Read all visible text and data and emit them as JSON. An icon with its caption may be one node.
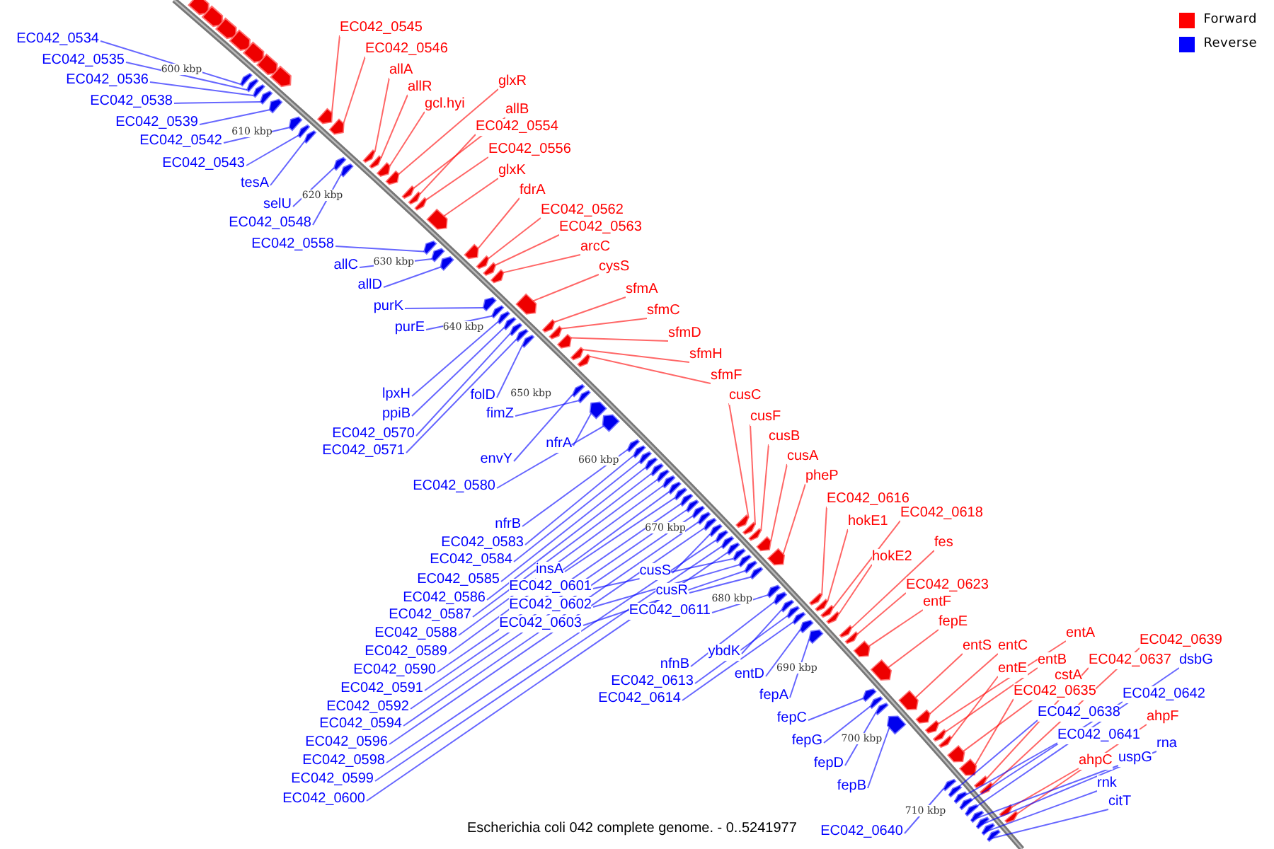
{
  "diagram": {
    "caption": "Escherichia coli 042 complete genome. - 0..5241977",
    "nodes": [
      {
        "text": [
          "EC042_0534"
        ]
      },
      {
        "text": [
          "EC042_0535"
        ]
      },
      {
        "text": [
          "EC042_0536"
        ]
      },
      {
        "text": [
          "EC042_0538"
        ]
      },
      {
        "text": [
          "EC042_0539"
        ]
      },
      {
        "text": [
          "EC042_0542"
        ]
      },
      {
        "text": [
          "EC042_0543"
        ]
      },
      {
        "text": [
          "tesA"
        ]
      },
      {
        "text": [
          "selU"
        ]
      },
      {
        "text": [
          "EC042_0548"
        ]
      },
      {
        "text": [
          "EC042_0558"
        ]
      },
      {
        "text": [
          "allC"
        ]
      },
      {
        "text": [
          "allD"
        ]
      },
      {
        "text": [
          "purK"
        ]
      },
      {
        "text": [
          "purE"
        ]
      },
      {
        "text": [
          "lpxH"
        ]
      },
      {
        "text": [
          "ppiB"
        ]
      },
      {
        "text": [
          "EC042_0570"
        ]
      },
      {
        "text": [
          "EC042_0571"
        ]
      },
      {
        "text": [
          "folD"
        ]
      },
      {
        "text": [
          "fimZ"
        ]
      },
      {
        "text": [
          "envY"
        ]
      },
      {
        "text": [
          "nfrA"
        ]
      },
      {
        "text": [
          "EC042_0580"
        ]
      },
      {
        "text": [
          "nfrB"
        ]
      },
      {
        "text": [
          "EC042_0583"
        ]
      },
      {
        "text": [
          "EC042_0584"
        ]
      },
      {
        "text": [
          "EC042_0585"
        ]
      },
      {
        "text": [
          "EC042_0586"
        ]
      },
      {
        "text": [
          "EC042_0587"
        ]
      },
      {
        "text": [
          "EC042_0588"
        ]
      },
      {
        "text": [
          "EC042_0589"
        ]
      },
      {
        "text": [
          "EC042_0590"
        ]
      },
      {
        "text": [
          "EC042_0591"
        ]
      },
      {
        "text": [
          "EC042_0592"
        ]
      },
      {
        "text": [
          "EC042_0594"
        ]
      },
      {
        "text": [
          "EC042_0596"
        ]
      },
      {
        "text": [
          "EC042_0598"
        ]
      },
      {
        "text": [
          "EC042_0599"
        ]
      },
      {
        "text": [
          "EC042_0600"
        ]
      },
      {
        "text": [
          "insA"
        ]
      },
      {
        "text": [
          "EC042_0601"
        ]
      },
      {
        "text": [
          "EC042_0602"
        ]
      },
      {
        "text": [
          "EC042_0603"
        ]
      },
      {
        "text": [
          "cusS"
        ]
      },
      {
        "text": [
          "cusR"
        ]
      },
      {
        "text": [
          "EC042_0611"
        ]
      },
      {
        "text": [
          "ybdK"
        ]
      },
      {
        "text": [
          "nfnB"
        ]
      },
      {
        "text": [
          "EC042_0613"
        ]
      },
      {
        "text": [
          "EC042_0614"
        ]
      },
      {
        "text": [
          "entD"
        ]
      },
      {
        "text": [
          "fepA"
        ]
      },
      {
        "text": [
          "fepC"
        ]
      },
      {
        "text": [
          "fepG"
        ]
      },
      {
        "text": [
          "fepD"
        ]
      },
      {
        "text": [
          "fepB"
        ]
      },
      {
        "text": [
          "EC042_0640"
        ]
      },
      {
        "text": [
          "EC042_0545"
        ]
      },
      {
        "text": [
          "EC042_0546"
        ]
      },
      {
        "text": [
          "allA"
        ]
      },
      {
        "text": [
          "allR"
        ]
      },
      {
        "text": [
          "gcl.hyi"
        ]
      },
      {
        "text": [
          "glxR"
        ]
      },
      {
        "text": [
          "allB"
        ]
      },
      {
        "text": [
          "EC042_0554"
        ]
      },
      {
        "text": [
          "EC042_0556"
        ]
      },
      {
        "text": [
          "glxK"
        ]
      },
      {
        "text": [
          "fdrA"
        ]
      },
      {
        "text": [
          "EC042_0562"
        ]
      },
      {
        "text": [
          "EC042_0563"
        ]
      },
      {
        "text": [
          "arcC"
        ]
      },
      {
        "text": [
          "cysS"
        ]
      },
      {
        "text": [
          "sfmA"
        ]
      },
      {
        "text": [
          "sfmC"
        ]
      },
      {
        "text": [
          "sfmD"
        ]
      },
      {
        "text": [
          "sfmH"
        ]
      },
      {
        "text": [
          "sfmF"
        ]
      },
      {
        "text": [
          "cusC"
        ]
      },
      {
        "text": [
          "cusF"
        ]
      },
      {
        "text": [
          "cusB"
        ]
      },
      {
        "text": [
          "cusA"
        ]
      },
      {
        "text": [
          "pheP"
        ]
      },
      {
        "text": [
          "EC042_0616"
        ]
      },
      {
        "text": [
          "hokE1"
        ]
      },
      {
        "text": [
          "EC042_0618"
        ]
      },
      {
        "text": [
          "hokE2"
        ]
      },
      {
        "text": [
          "fes"
        ]
      },
      {
        "text": [
          "EC042_0623"
        ]
      },
      {
        "text": [
          "entF"
        ]
      },
      {
        "text": [
          "fepE"
        ]
      },
      {
        "text": [
          "entS"
        ]
      },
      {
        "text": [
          "entC"
        ]
      },
      {
        "text": [
          "entA"
        ]
      },
      {
        "text": [
          "entB"
        ]
      },
      {
        "text": [
          "entE"
        ]
      },
      {
        "text": [
          "cstA"
        ]
      },
      {
        "text": [
          "EC042_0635"
        ]
      },
      {
        "text": [
          "EC042_0637"
        ]
      },
      {
        "text": [
          "EC042_0639"
        ]
      },
      {
        "text": [
          "ahpF"
        ]
      },
      {
        "text": [
          "ahpC"
        ]
      },
      {
        "text": [
          "EC042_0638"
        ]
      },
      {
        "text": [
          "EC042_0641"
        ]
      },
      {
        "text": [
          "EC042_0642"
        ]
      },
      {
        "text": [
          "dsbG"
        ]
      },
      {
        "text": [
          "uspG"
        ]
      },
      {
        "text": [
          "rna"
        ]
      },
      {
        "text": [
          "rnk"
        ]
      },
      {
        "text": [
          "citT"
        ]
      },
      {
        "text": [],
        "shape": "arrow"
      },
      {
        "text": [],
        "shape": "arrow"
      },
      {
        "text": [],
        "shape": "arrow"
      },
      {
        "text": [],
        "shape": "arrow"
      },
      {
        "text": [],
        "shape": "arrow"
      },
      {
        "text": [],
        "shape": "arrow"
      },
      {
        "text": [],
        "shape": "arrow"
      },
      {
        "text": [],
        "shape": "arrow"
      },
      {
        "text": [],
        "shape": "arrow"
      },
      {
        "text": [],
        "shape": "arrow"
      },
      {
        "text": [],
        "shape": "arrow"
      },
      {
        "text": [],
        "shape": "arrow"
      },
      {
        "text": [],
        "shape": "arrow"
      },
      {
        "text": [],
        "shape": "arrow"
      },
      {
        "text": [],
        "shape": "arrow"
      },
      {
        "text": [],
        "shape": "arrow"
      },
      {
        "text": [],
        "shape": "arrow"
      },
      {
        "text": [],
        "shape": "arrow"
      },
      {
        "text": [],
        "shape": "arrow"
      },
      {
        "text": [],
        "shape": "arrow"
      },
      {
        "text": [],
        "shape": "arrow"
      },
      {
        "text": [],
        "shape": "arrow"
      },
      {
        "text": [],
        "shape": "arrow"
      },
      {
        "text": [],
        "shape": "arrow"
      },
      {
        "text": [],
        "shape": "arrow"
      },
      {
        "text": [],
        "shape": "arrow"
      },
      {
        "text": [],
        "shape": "arrow"
      },
      {
        "text": [],
        "shape": "arrow"
      },
      {
        "text": [],
        "shape": "arrow"
      },
      {
        "text": [],
        "shape": "arrow"
      },
      {
        "text": [],
        "shape": "arrow"
      },
      {
        "text": [],
        "shape": "arrow"
      },
      {
        "text": [],
        "shape": "arrow"
      },
      {
        "text": [],
        "shape": "arrow"
      },
      {
        "text": [],
        "shape": "arrow"
      },
      {
        "text": [],
        "shape": "arrow"
      },
      {
        "text": [],
        "shape": "arrow"
      },
      {
        "text": [],
        "shape": "arrow"
      },
      {
        "text": [],
        "shape": "arrow"
      },
      {
        "text": [],
        "shape": "arrow"
      },
      {
        "text": [],
        "shape": "arrow"
      },
      {
        "text": [],
        "shape": "arrow"
      },
      {
        "text": [],
        "shape": "arrow"
      },
      {
        "text": [],
        "shape": "arrow"
      },
      {
        "text": [],
        "shape": "arrow"
      },
      {
        "text": [],
        "shape": "arrow"
      },
      {
        "text": [],
        "shape": "arrow"
      },
      {
        "text": [],
        "shape": "arrow"
      },
      {
        "text": [],
        "shape": "arrow"
      },
      {
        "text": [],
        "shape": "arrow"
      },
      {
        "text": [],
        "shape": "arrow"
      },
      {
        "text": [],
        "shape": "arrow"
      },
      {
        "text": [],
        "shape": "arrow"
      },
      {
        "text": [],
        "shape": "arrow"
      },
      {
        "text": [],
        "shape": "arrow"
      },
      {
        "text": [],
        "shape": "arrow"
      },
      {
        "text": [],
        "shape": "arrow"
      },
      {
        "text": [],
        "shape": "arrow"
      },
      {
        "text": [],
        "shape": "arrow"
      },
      {
        "text": [],
        "shape": "arrow"
      },
      {
        "text": [],
        "shape": "arrow"
      },
      {
        "text": [],
        "shape": "arrow"
      },
      {
        "text": [],
        "shape": "arrow"
      },
      {
        "text": [],
        "shape": "arrow"
      },
      {
        "text": [],
        "shape": "arrow"
      },
      {
        "text": [],
        "shape": "arrow"
      },
      {
        "text": [],
        "shape": "arrow"
      },
      {
        "text": [],
        "shape": "arrow"
      },
      {
        "text": [],
        "shape": "arrow"
      },
      {
        "text": [],
        "shape": "arrow"
      },
      {
        "text": [],
        "shape": "arrow"
      },
      {
        "text": [],
        "shape": "arrow"
      },
      {
        "text": [],
        "shape": "arrow"
      },
      {
        "text": [],
        "shape": "arrow"
      },
      {
        "text": [],
        "shape": "arrow"
      },
      {
        "text": [],
        "shape": "arrow"
      },
      {
        "text": [],
        "shape": "arrow"
      },
      {
        "text": [],
        "shape": "arrow"
      },
      {
        "text": [],
        "shape": "arrow"
      },
      {
        "text": [],
        "shape": "arrow"
      },
      {
        "text": [],
        "shape": "arrow"
      },
      {
        "text": [],
        "shape": "arrow"
      },
      {
        "text": [],
        "shape": "arrow"
      },
      {
        "text": [],
        "shape": "arrow"
      },
      {
        "text": [],
        "shape": "arrow"
      },
      {
        "text": [],
        "shape": "arrow"
      },
      {
        "text": [],
        "shape": "arrow"
      },
      {
        "text": [],
        "shape": "arrow"
      },
      {
        "text": [],
        "shape": "arrow"
      },
      {
        "text": [],
        "shape": "arrow"
      },
      {
        "text": [],
        "shape": "arrow"
      },
      {
        "text": [],
        "shape": "arrow"
      },
      {
        "text": [],
        "shape": "arrow"
      },
      {
        "text": [],
        "shape": "arrow"
      },
      {
        "text": [],
        "shape": "arrow"
      },
      {
        "text": [],
        "shape": "arrow"
      },
      {
        "text": [],
        "shape": "arrow"
      },
      {
        "text": [],
        "shape": "arrow"
      },
      {
        "text": [],
        "shape": "arrow"
      },
      {
        "text": [],
        "shape": "arrow"
      },
      {
        "text": [],
        "shape": "arrow"
      },
      {
        "text": [],
        "shape": "arrow"
      },
      {
        "text": [],
        "shape": "arrow"
      },
      {
        "text": [],
        "shape": "arrow"
      },
      {
        "text": [],
        "shape": "arrow"
      },
      {
        "text": [],
        "shape": "arrow"
      },
      {
        "text": [],
        "shape": "arrow"
      },
      {
        "text": [],
        "shape": "arrow"
      },
      {
        "text": [],
        "shape": "arrow"
      },
      {
        "text": [],
        "shape": "arrow"
      }
    ],
    "edges": [
      {
        "from": 0,
        "to": 110,
        "arrow": "none"
      },
      {
        "from": 1,
        "to": 111,
        "arrow": "none"
      },
      {
        "from": 2,
        "to": 112,
        "arrow": "none"
      },
      {
        "from": 3,
        "to": 113,
        "arrow": "none"
      },
      {
        "from": 4,
        "to": 114,
        "arrow": "none"
      },
      {
        "from": 5,
        "to": 115,
        "arrow": "none"
      },
      {
        "from": 6,
        "to": 116,
        "arrow": "none"
      },
      {
        "from": 7,
        "to": 117,
        "arrow": "none"
      },
      {
        "from": 8,
        "to": 118,
        "arrow": "none"
      },
      {
        "from": 9,
        "to": 119,
        "arrow": "none"
      },
      {
        "from": 10,
        "to": 120,
        "arrow": "none"
      },
      {
        "from": 11,
        "to": 121,
        "arrow": "none"
      },
      {
        "from": 12,
        "to": 122,
        "arrow": "none"
      },
      {
        "from": 13,
        "to": 123,
        "arrow": "none"
      },
      {
        "from": 14,
        "to": 124,
        "arrow": "none"
      },
      {
        "from": 15,
        "to": 125,
        "arrow": "none"
      },
      {
        "from": 16,
        "to": 126,
        "arrow": "none"
      },
      {
        "from": 17,
        "to": 127,
        "arrow": "none"
      },
      {
        "from": 18,
        "to": 128,
        "arrow": "none"
      },
      {
        "from": 19,
        "to": 129,
        "arrow": "none"
      },
      {
        "from": 20,
        "to": 130,
        "arrow": "none"
      },
      {
        "from": 21,
        "to": 131,
        "arrow": "none"
      },
      {
        "from": 22,
        "to": 132,
        "arrow": "none"
      },
      {
        "from": 23,
        "to": 133,
        "arrow": "none"
      },
      {
        "from": 24,
        "to": 134,
        "arrow": "none"
      },
      {
        "from": 25,
        "to": 135,
        "arrow": "none"
      },
      {
        "from": 26,
        "to": 136,
        "arrow": "none"
      },
      {
        "from": 27,
        "to": 137,
        "arrow": "none"
      },
      {
        "from": 28,
        "to": 138,
        "arrow": "none"
      },
      {
        "from": 29,
        "to": 139,
        "arrow": "none"
      },
      {
        "from": 30,
        "to": 140,
        "arrow": "none"
      },
      {
        "from": 31,
        "to": 141,
        "arrow": "none"
      },
      {
        "from": 32,
        "to": 142,
        "arrow": "none"
      },
      {
        "from": 33,
        "to": 143,
        "arrow": "none"
      },
      {
        "from": 34,
        "to": 144,
        "arrow": "none"
      },
      {
        "from": 35,
        "to": 145,
        "arrow": "none"
      },
      {
        "from": 36,
        "to": 146,
        "arrow": "none"
      },
      {
        "from": 37,
        "to": 147,
        "arrow": "none"
      },
      {
        "from": 38,
        "to": 148,
        "arrow": "none"
      },
      {
        "from": 39,
        "to": 149,
        "arrow": "none"
      },
      {
        "from": 40,
        "to": 150,
        "arrow": "none"
      },
      {
        "from": 41,
        "to": 151,
        "arrow": "none"
      },
      {
        "from": 42,
        "to": 152,
        "arrow": "none"
      },
      {
        "from": 43,
        "to": 153,
        "arrow": "none"
      },
      {
        "from": 44,
        "to": 154,
        "arrow": "none"
      },
      {
        "from": 45,
        "to": 155,
        "arrow": "none"
      },
      {
        "from": 46,
        "to": 156,
        "arrow": "none"
      },
      {
        "from": 47,
        "to": 157,
        "arrow": "none"
      },
      {
        "from": 48,
        "to": 158,
        "arrow": "none"
      },
      {
        "from": 49,
        "to": 159,
        "arrow": "none"
      },
      {
        "from": 50,
        "to": 160,
        "arrow": "none"
      },
      {
        "from": 51,
        "to": 161,
        "arrow": "none"
      },
      {
        "from": 52,
        "to": 162,
        "arrow": "none"
      },
      {
        "from": 53,
        "to": 163,
        "arrow": "none"
      },
      {
        "from": 54,
        "to": 164,
        "arrow": "none"
      },
      {
        "from": 55,
        "to": 165,
        "arrow": "none"
      },
      {
        "from": 56,
        "to": 166,
        "arrow": "none"
      },
      {
        "from": 57,
        "to": 167,
        "arrow": "none"
      },
      {
        "from": 58,
        "to": 168,
        "arrow": "none",
        "color": "#ff0000"
      },
      {
        "from": 59,
        "to": 169,
        "arrow": "none",
        "color": "#ff0000"
      },
      {
        "from": 60,
        "to": 170,
        "arrow": "none",
        "color": "#ff0000"
      },
      {
        "from": 61,
        "to": 171,
        "arrow": "none",
        "color": "#ff0000"
      },
      {
        "from": 62,
        "to": 172,
        "arrow": "none",
        "color": "#ff0000"
      },
      {
        "from": 63,
        "to": 173,
        "arrow": "none",
        "color": "#ff0000"
      },
      {
        "from": 64,
        "to": 174,
        "arrow": "none",
        "color": "#ff0000"
      },
      {
        "from": 65,
        "to": 175,
        "arrow": "none",
        "color": "#ff0000"
      },
      {
        "from": 66,
        "to": 176,
        "arrow": "none",
        "color": "#ff0000"
      },
      {
        "from": 67,
        "to": 177,
        "arrow": "none",
        "color": "#ff0000"
      },
      {
        "from": 68,
        "to": 178,
        "arrow": "none",
        "color": "#ff0000"
      },
      {
        "from": 69,
        "to": 179,
        "arrow": "none",
        "color": "#ff0000"
      },
      {
        "from": 70,
        "to": 180,
        "arrow": "none",
        "color": "#ff0000"
      },
      {
        "from": 71,
        "to": 181,
        "arrow": "none",
        "color": "#ff0000"
      },
      {
        "from": 72,
        "to": 182,
        "arrow": "none",
        "color": "#ff0000"
      },
      {
        "from": 73,
        "to": 183,
        "arrow": "none",
        "color": "#ff0000"
      },
      {
        "from": 74,
        "to": 184,
        "arrow": "none",
        "color": "#ff0000"
      },
      {
        "from": 75,
        "to": 185,
        "arrow": "none",
        "color": "#ff0000"
      },
      {
        "from": 76,
        "to": 186,
        "arrow": "none",
        "color": "#ff0000"
      },
      {
        "from": 77,
        "to": 187,
        "arrow": "none",
        "color": "#ff0000"
      },
      {
        "from": 78,
        "to": 188,
        "arrow": "none",
        "color": "#ff0000"
      },
      {
        "from": 79,
        "to": 189,
        "arrow": "none",
        "color": "#ff0000"
      },
      {
        "from": 80,
        "to": 190,
        "arrow": "none",
        "color": "#ff0000"
      },
      {
        "from": 81,
        "to": 191,
        "arrow": "none",
        "color": "#ff0000"
      },
      {
        "from": 82,
        "to": 192,
        "arrow": "none",
        "color": "#ff0000"
      },
      {
        "from": 83,
        "to": 193,
        "arrow": "none",
        "color": "#ff0000"
      },
      {
        "from": 84,
        "to": 194,
        "arrow": "none",
        "color": "#ff0000"
      },
      {
        "from": 85,
        "to": 195,
        "arrow": "none",
        "color": "#ff0000"
      },
      {
        "from": 86,
        "to": 196,
        "arrow": "none",
        "color": "#ff0000"
      },
      {
        "from": 87,
        "to": 197,
        "arrow": "none",
        "color": "#ff0000"
      },
      {
        "from": 88,
        "to": 198,
        "arrow": "none",
        "color": "#ff0000"
      },
      {
        "from": 89,
        "to": 199,
        "arrow": "none",
        "color": "#ff0000"
      },
      {
        "from": 90,
        "to": 200,
        "arrow": "none",
        "color": "#ff0000"
      },
      {
        "from": 91,
        "to": 201,
        "arrow": "none",
        "color": "#ff0000"
      },
      {
        "from": 92,
        "to": 202,
        "arrow": "none",
        "color": "#ff0000"
      },
      {
        "from": 93,
        "to": 203,
        "arrow": "none",
        "color": "#ff0000"
      },
      {
        "from": 94,
        "to": 204,
        "arrow": "none",
        "color": "#ff0000"
      },
      {
        "from": 95,
        "to": 205,
        "arrow": "none",
        "color": "#ff0000"
      },
      {
        "from": 96,
        "to": 206,
        "arrow": "none",
        "color": "#ff0000"
      },
      {
        "from": 97,
        "to": 207,
        "arrow": "none",
        "color": "#ff0000"
      },
      {
        "from": 98,
        "to": 208,
        "arrow": "none",
        "color": "#ff0000"
      },
      {
        "from": 99,
        "to": 209,
        "arrow": "none",
        "color": "#ff0000"
      },
      {
        "from": 100,
        "to": 210,
        "arrow": "none",
        "color": "#ff0000"
      },
      {
        "from": 101,
        "to": 211,
        "arrow": "none",
        "color": "#ff0000"
      },
      {
        "from": 102,
        "to": 212,
        "arrow": "none"
      },
      {
        "from": 103,
        "to": 213,
        "arrow": "none"
      },
      {
        "from": 104,
        "to": 214,
        "arrow": "none"
      },
      {
        "from": 105,
        "to": 215,
        "arrow": "none"
      },
      {
        "from": 106,
        "to": 216,
        "arrow": "none"
      },
      {
        "from": 107,
        "to": 217,
        "arrow": "none"
      },
      {
        "from": 108,
        "to": 218,
        "arrow": "none"
      },
      {
        "from": 109,
        "to": 219,
        "arrow": "none"
      }
    ],
    "labels": [
      "600 kbp",
      "610 kbp",
      "620 kbp",
      "630 kbp",
      "640 kbp",
      "650 kbp",
      "660 kbp",
      "670 kbp",
      "680 kbp",
      "690 kbp",
      "700 kbp",
      "710 kbp"
    ],
    "legend": [
      {
        "text": "Forward",
        "color": "#ff0000"
      },
      {
        "text": "Reverse",
        "color": "#0000ff"
      }
    ]
  }
}
